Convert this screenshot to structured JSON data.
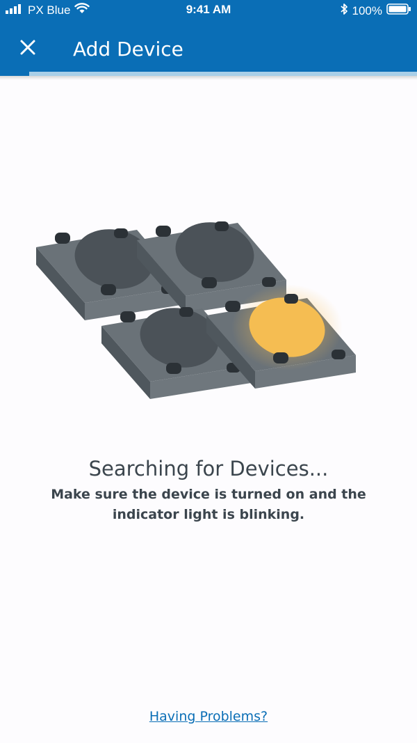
{
  "status_bar": {
    "carrier": "PX Blue",
    "time": "9:41 AM",
    "battery": "100%",
    "icons": [
      "signal-icon",
      "wifi-icon",
      "bluetooth-icon",
      "battery-icon"
    ]
  },
  "header": {
    "title": "Add Device",
    "close_icon": "close-icon",
    "progress_fraction": 0.07
  },
  "colors": {
    "primary": "#0a6eb6",
    "progress_track": "#a9cfe8",
    "text": "#3b454d",
    "indicator": "#f5bd52"
  },
  "main": {
    "heading": "Searching for Devices...",
    "description": "Make sure the device is turned on and the indicator light is blinking.",
    "help_link": "Having Problems?"
  }
}
